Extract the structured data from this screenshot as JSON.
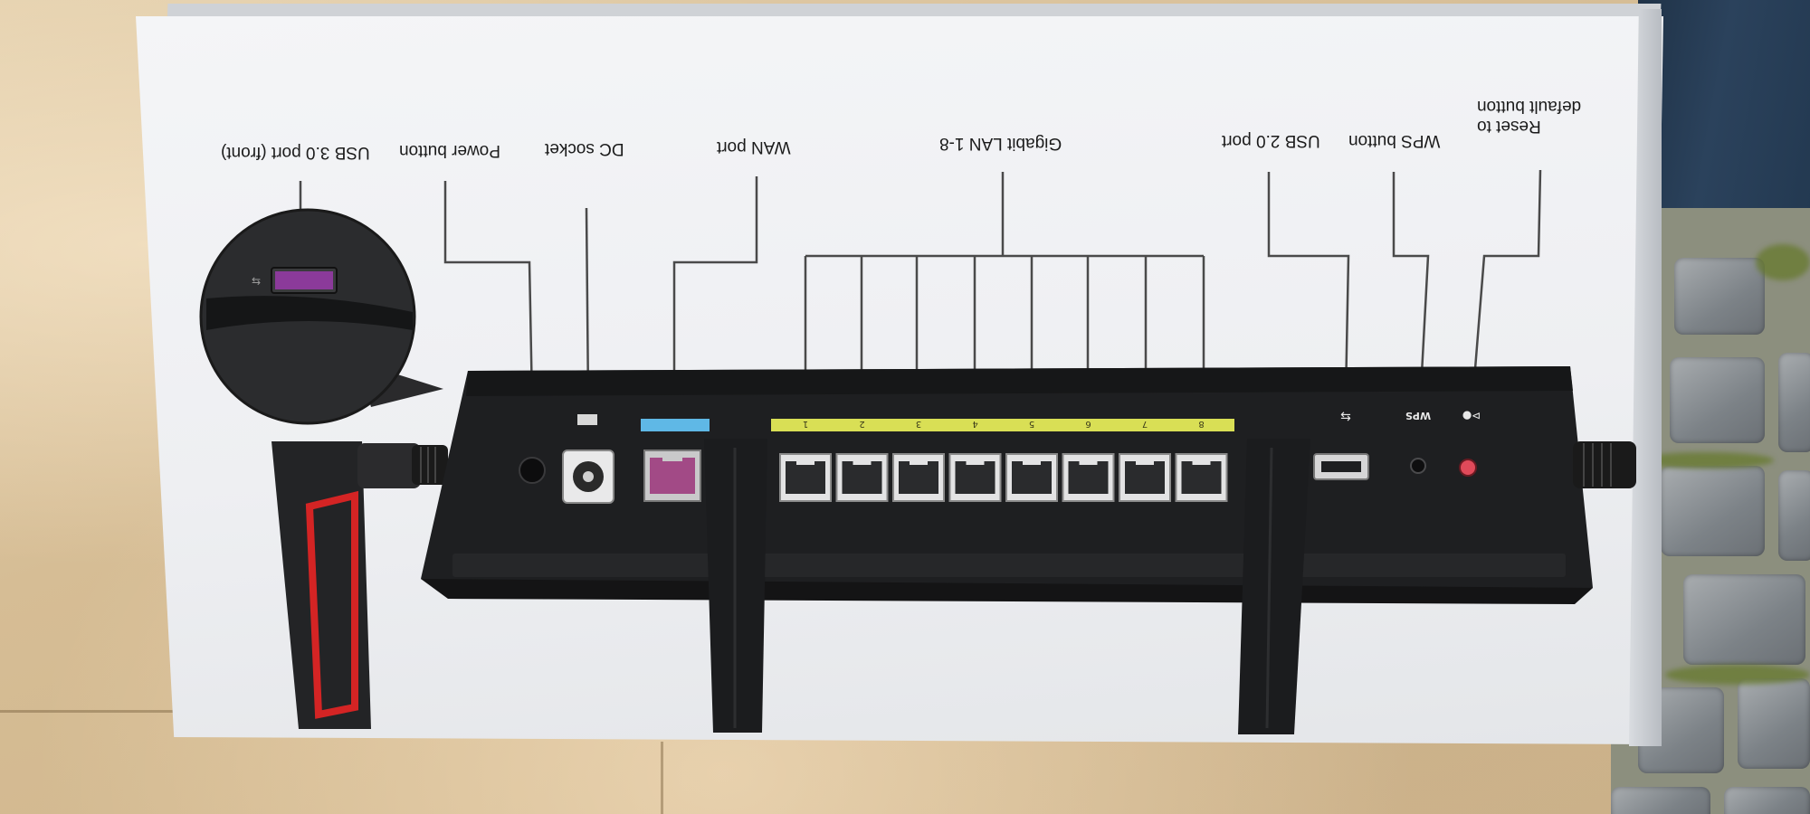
{
  "labels": {
    "reset": [
      "Reset to",
      "default button"
    ],
    "wps": "WPS button",
    "usb2": "USB 2.0 port",
    "lan": "Gigabit LAN 1-8",
    "wan": "WAN port",
    "dc": "DC socket",
    "power": "Power button",
    "usb3": "USB 3.0 port (front)"
  },
  "port_numbers": [
    "1",
    "2",
    "3",
    "4",
    "5",
    "6",
    "7",
    "8"
  ],
  "panel_marks": {
    "wps": "WPS"
  },
  "colors": {
    "router_body": "#1e1f21",
    "lan_strip": "#d9df55",
    "wan_strip": "#5fb8e6",
    "wan_port": "#a24a86",
    "usb3_port": "#8b3a9a",
    "antenna_accent": "#d42424",
    "reset_led": "#e04a5a"
  }
}
